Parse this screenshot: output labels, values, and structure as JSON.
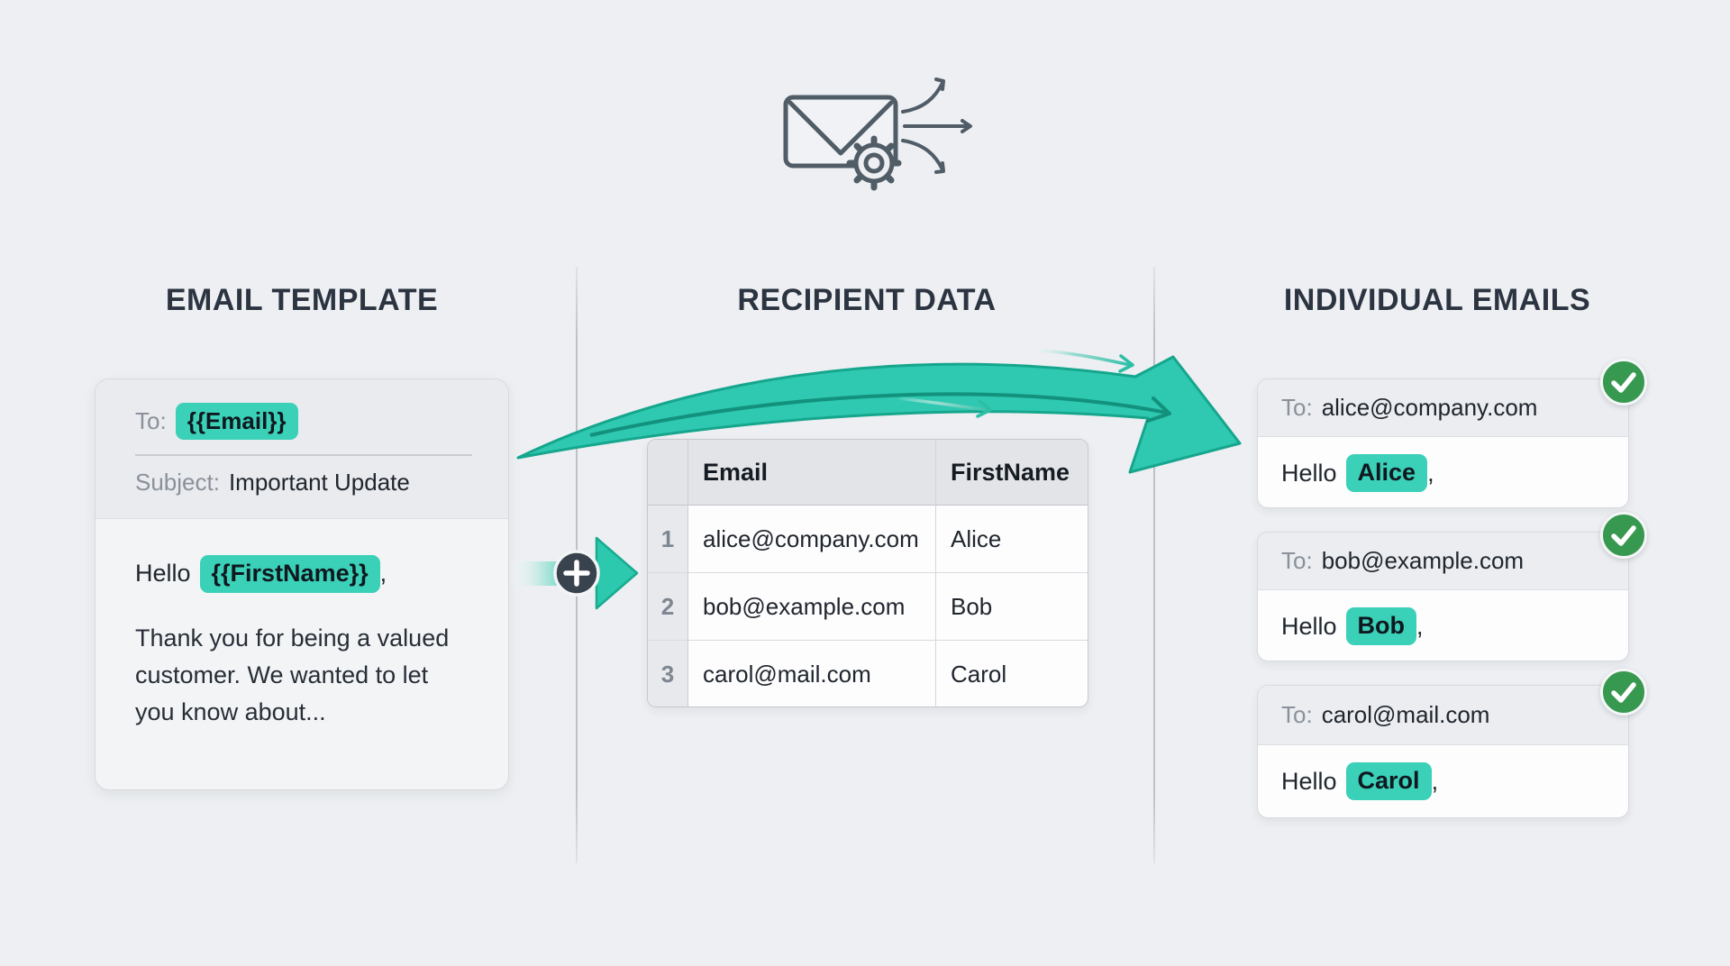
{
  "colors": {
    "background": "#edeff2",
    "heading_text": "#2b3440",
    "accent_teal": "#3bd0b8",
    "arrow_teal": "#2fc8b0",
    "badge_green": "#37984f",
    "muted_label": "#8a919b",
    "dark_text": "#20262e"
  },
  "icons": {
    "hero": "envelope-gear-fanout-icon",
    "merge_plus": "plus-icon",
    "merge_arrow": "right-block-arrow-icon",
    "flow_arrow": "curved-swoosh-arrow-icon",
    "sent_badge": "check-icon"
  },
  "columns": {
    "template": {
      "title": "EMAIL TEMPLATE"
    },
    "recipients": {
      "title": "RECIPIENT DATA"
    },
    "individual": {
      "title": "INDIVIDUAL EMAILS"
    }
  },
  "template_card": {
    "to_label": "To:",
    "to_token": "{{Email}}",
    "subject_label": "Subject:",
    "subject_value": "Important Update",
    "greeting_prefix": "Hello",
    "greeting_token": "{{FirstName}}",
    "greeting_comma": ",",
    "body_text": "Thank you for being a valued customer. We wanted to let you know about..."
  },
  "recipient_table": {
    "headers": {
      "email": "Email",
      "first_name": "FirstName"
    },
    "rows": [
      {
        "num": "1",
        "email": "alice@company.com",
        "first_name": "Alice"
      },
      {
        "num": "2",
        "email": "bob@example.com",
        "first_name": "Bob"
      },
      {
        "num": "3",
        "email": "carol@mail.com",
        "first_name": "Carol"
      }
    ]
  },
  "individual_emails": [
    {
      "to_label": "To:",
      "to_value": "alice@company.com",
      "greeting_prefix": "Hello",
      "name_token": "Alice",
      "greeting_comma": ","
    },
    {
      "to_label": "To:",
      "to_value": "bob@example.com",
      "greeting_prefix": "Hello",
      "name_token": "Bob",
      "greeting_comma": ","
    },
    {
      "to_label": "To:",
      "to_value": "carol@mail.com",
      "greeting_prefix": "Hello",
      "name_token": "Carol",
      "greeting_comma": ","
    }
  ]
}
